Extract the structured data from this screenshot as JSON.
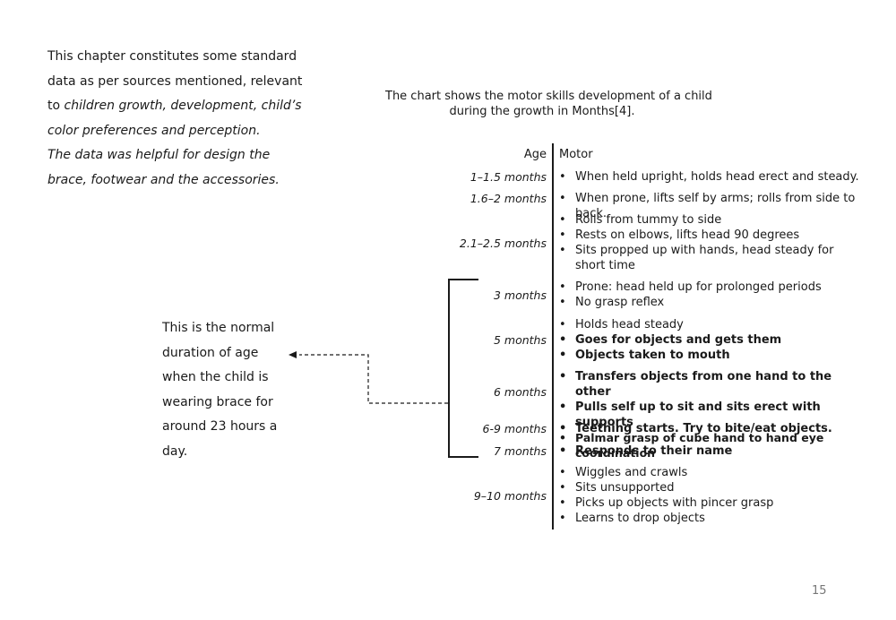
{
  "intro": {
    "line1": "This chapter constitutes some standard",
    "line2": "data as per sources mentioned, relevant",
    "line3_pre": "to ",
    "line3_italic": "children growth, development, child’s",
    "line4": "color preferences and perception.",
    "line5": "The data was helpful for design the",
    "line6": "brace, footwear and the accessories."
  },
  "caption": {
    "line1": "The chart shows the motor skills development of a child",
    "line2": "during the growth in Months[4]."
  },
  "table": {
    "header_age": "Age",
    "header_motor": "Motor",
    "bullet": "•",
    "rows": [
      {
        "age": "1–1.5 months",
        "items": [
          {
            "text": "When held upright, holds head erect and steady."
          }
        ]
      },
      {
        "age": "1.6–2 months",
        "items": [
          {
            "text": "When prone, lifts self by arms; rolls from side to back."
          }
        ]
      },
      {
        "age": "2.1–2.5 months",
        "items": [
          {
            "text": "Rolls from tummy to side"
          },
          {
            "text": "Rests on elbows, lifts head 90 degrees"
          },
          {
            "text": "Sits propped up with hands, head steady for short time"
          }
        ]
      },
      {
        "age": "3 months",
        "items": [
          {
            "text": "Prone: head held up for prolonged periods"
          },
          {
            "text": "No grasp reflex"
          }
        ]
      },
      {
        "age": "5 months",
        "items": [
          {
            "text": "Holds head steady"
          },
          {
            "text": "Goes for objects and gets them"
          },
          {
            "text": "Objects taken to mouth"
          }
        ]
      },
      {
        "age": "6 months",
        "items": [
          {
            "text": "Transfers objects from one hand to the other"
          },
          {
            "text": "Pulls self up to sit and sits erect with supports"
          },
          {
            "text": "Palmar grasp of cube hand to hand eye coordination"
          }
        ]
      },
      {
        "age": "6-9 months",
        "items": [
          {
            "text": "Teething starts. Try to bite/eat objects."
          }
        ]
      },
      {
        "age": "7 months",
        "items": [
          {
            "text": "Responds to their name"
          }
        ]
      },
      {
        "age": "9–10 months",
        "items": [
          {
            "text": "Wiggles and crawls"
          },
          {
            "text": "Sits unsupported"
          },
          {
            "text": "Picks up objects with pincer grasp"
          },
          {
            "text": "Learns to drop objects"
          }
        ]
      }
    ]
  },
  "note": {
    "line1": "This is the normal",
    "line2": "duration of age",
    "line3": "when the child is",
    "line4": "wearing brace for",
    "line5": "around 23 hours a",
    "line6": "day."
  },
  "page_number": "15"
}
